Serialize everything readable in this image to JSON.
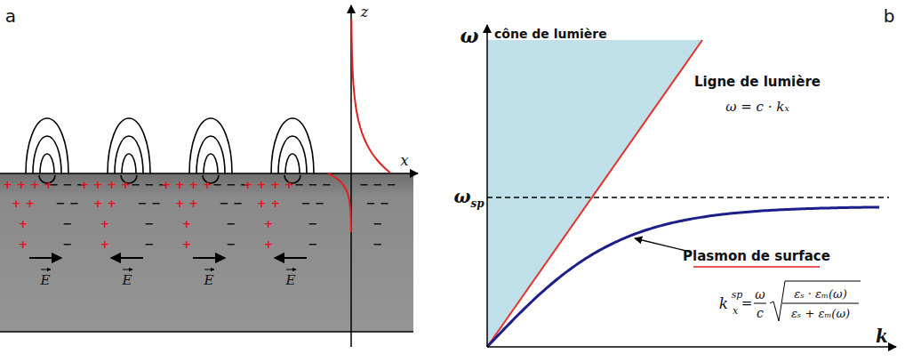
{
  "diagram": {
    "labels": [
      "a",
      "b",
      "z",
      "x",
      "+ + + +",
      "− − −",
      "+ +",
      "− −",
      "+",
      "−",
      "+",
      "−",
      "+ + + +",
      "− − −",
      "+ +",
      "− −",
      "+",
      "−",
      "+",
      "−",
      "+ + + +",
      "− − −",
      "+ +",
      "− −",
      "+",
      "−",
      "+",
      "−",
      "+ + + +",
      "− − −",
      "+ +",
      "− −",
      "+",
      "−",
      "+",
      "−",
      "− − −",
      "− −",
      "−",
      "−",
      "E",
      "E",
      "E",
      "E",
      "ω",
      "cône de lumière",
      "Ligne de lumière",
      "ω = c · kₓ",
      "ω",
      "sp",
      "Plasmon de surface",
      "k",
      "sp",
      "x",
      "=",
      "ω",
      "c",
      "εₛ · εₘ(ω)",
      "εₛ + εₘ(ω)",
      "k"
    ]
  }
}
